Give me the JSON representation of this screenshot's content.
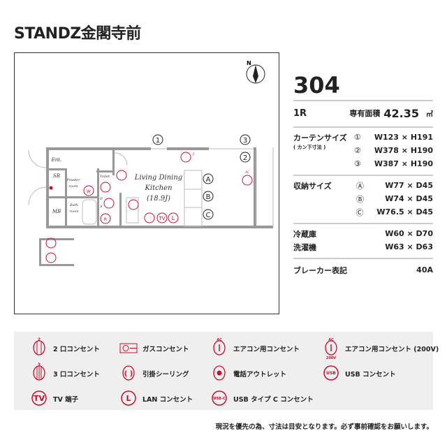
{
  "title": "STANDZ金閣寺前",
  "plan": {
    "compass": "N",
    "rooms": {
      "ent": "Ent.",
      "sb": "SB",
      "powder1": "Powder",
      "powder2": "room",
      "toilet": "Toilet",
      "mb": "MB",
      "bath1": "Bath",
      "bath2": "room",
      "ps1": "P",
      "ps2": "S",
      "ldk1": "Living Dining",
      "ldk2": "Kitchen",
      "ldk3": "(18.9J)"
    },
    "curtain_marks": [
      "1",
      "2",
      "3"
    ],
    "storage_marks": [
      "A",
      "B",
      "C"
    ],
    "outlet_labels": {
      "two": "2",
      "ac": "AC",
      "w": "W",
      "r": "R",
      "tv": "TV",
      "lan": "L"
    }
  },
  "panel": {
    "room_number": "304",
    "layout": "1R",
    "area_label": "専有面積",
    "area_value": "42.35",
    "area_unit": "㎡",
    "curtain": {
      "label": "カーテンサイズ",
      "sublabel": "( カン下寸法 )",
      "items": [
        {
          "mark": "①",
          "value": "W123 × H191"
        },
        {
          "mark": "②",
          "value": "W378 × H190"
        },
        {
          "mark": "③",
          "value": "W387 × H190"
        }
      ]
    },
    "storage": {
      "label": "収納サイズ",
      "items": [
        {
          "mark": "Ⓐ",
          "value": "W77 × D45"
        },
        {
          "mark": "Ⓑ",
          "value": "W74 × D45"
        },
        {
          "mark": "Ⓒ",
          "value": "W76.5 × D45"
        }
      ]
    },
    "fridge": {
      "label": "冷蔵庫",
      "value": "W60 × D70"
    },
    "washer": {
      "label": "洗濯機",
      "value": "W63 × D63"
    },
    "breaker": {
      "label": "ブレーカー表記",
      "value": "40A"
    }
  },
  "legend": [
    {
      "icon": "2-outlet",
      "label": "2 口コンセント",
      "tag": "2"
    },
    {
      "icon": "gas-outlet",
      "label": "ガスコンセント"
    },
    {
      "icon": "ac-outlet",
      "label": "エアコン用コンセント",
      "tag": "AC"
    },
    {
      "icon": "ac-200v-outlet",
      "label": "エアコン用コンセント (200V)",
      "tag": "AC",
      "tag2": "200V"
    },
    {
      "icon": "3-outlet",
      "label": "3 口コンセント",
      "tag": "3"
    },
    {
      "icon": "ceiling-hook",
      "label": "引掛シーリング"
    },
    {
      "icon": "phone-outlet",
      "label": "電話アウトレット"
    },
    {
      "icon": "usb-outlet",
      "label": "USB コンセント",
      "tag": "USB"
    },
    {
      "icon": "tv-terminal",
      "label": "TV 端子",
      "tag": "TV"
    },
    {
      "icon": "lan-outlet",
      "label": "LAN コンセント",
      "tag": "L"
    },
    {
      "icon": "usb-c-outlet",
      "label": "USB タイプ C コンセント",
      "tag": "USB-C"
    }
  ],
  "colors": {
    "accent": "#c8102e",
    "wall": "#999999",
    "legend_bg": "#efeff0"
  },
  "note": "現況を優先の為、寸法は目安となります。必ず事前確認をお願いします。"
}
